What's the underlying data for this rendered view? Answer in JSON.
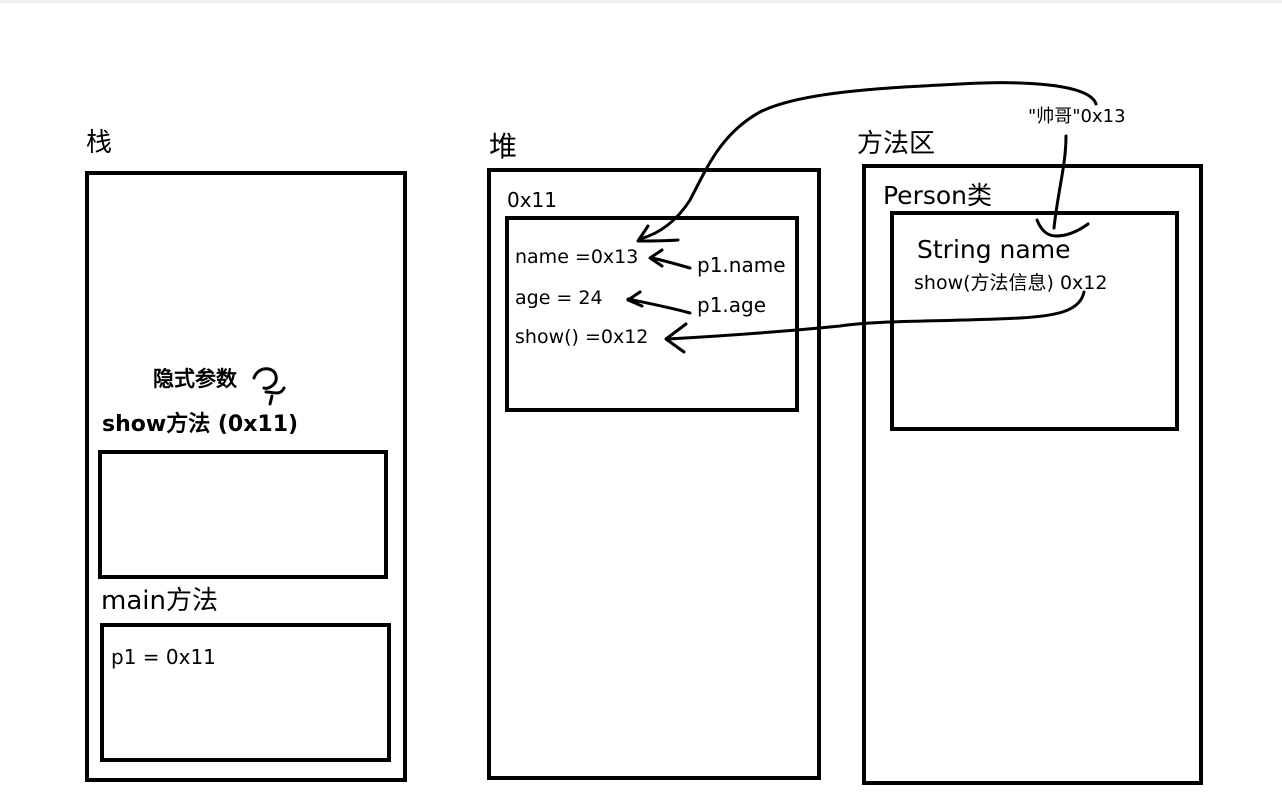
{
  "stack": {
    "title": "栈",
    "implicit_param": "隐式参数",
    "show_frame_label": "show方法 (0x11)",
    "main_frame_label": "main方法",
    "main_var": "p1  = 0x11"
  },
  "heap": {
    "title": "堆",
    "object_addr": "0x11",
    "fields": [
      "name =0x13",
      "age =  24",
      "show() =0x12"
    ],
    "refs": [
      "p1.name",
      "p1.age"
    ]
  },
  "method_area": {
    "title": "方法区",
    "class_label": "Person类",
    "string_const": "\"帅哥\"0x13",
    "field_decl": "String name",
    "method_info": "show(方法信息) 0x12"
  }
}
